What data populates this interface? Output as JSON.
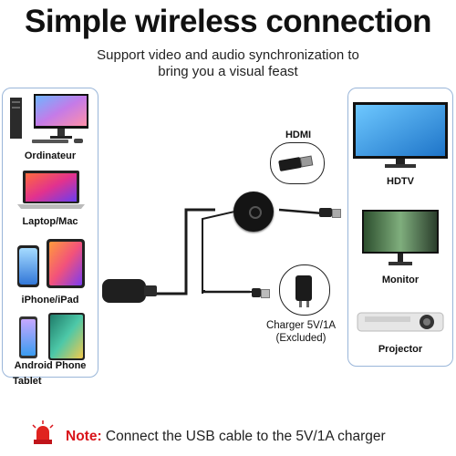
{
  "header": {
    "title": "Simple wireless connection",
    "subtitle_line1": "Support video and audio synchronization to",
    "subtitle_line2": "bring you a visual feast"
  },
  "left_panel": {
    "devices": [
      {
        "label": "Ordinateur",
        "icon": "desktop-computer-icon"
      },
      {
        "label": "Laptop/Mac",
        "icon": "laptop-icon"
      },
      {
        "label": "iPhone/iPad",
        "icon": "phone-tablet-icon"
      },
      {
        "label_line1": "Android Phone",
        "label_line2": "Tablet",
        "icon": "android-devices-icon"
      }
    ]
  },
  "right_panel": {
    "devices": [
      {
        "label": "HDTV",
        "icon": "tv-icon"
      },
      {
        "label": "Monitor",
        "icon": "monitor-icon"
      },
      {
        "label": "Projector",
        "icon": "projector-icon"
      }
    ]
  },
  "center": {
    "hdmi_label": "HDMI",
    "charger_label_line1": "Charger 5V/1A",
    "charger_label_line2": "(Excluded)"
  },
  "footer": {
    "note_label": "Note:",
    "note_text": " Connect the USB cable to the 5V/1A charger",
    "alert_icon": "warning-light-icon"
  },
  "colors": {
    "panel_border": "#9ab6d9",
    "note_red": "#d9141b"
  }
}
